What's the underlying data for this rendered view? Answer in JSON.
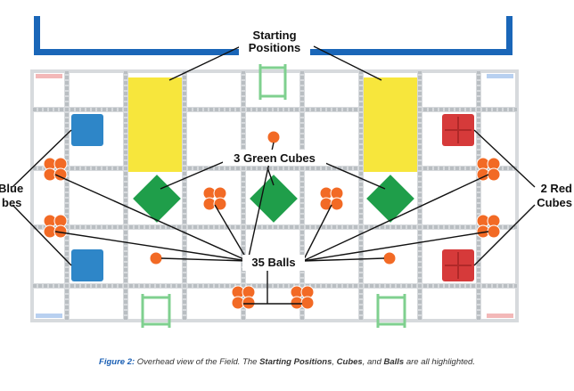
{
  "labels": {
    "starting_line1": "Starting",
    "starting_line2": "Positions",
    "green_cubes": "3 Green Cubes",
    "balls": "35 Balls",
    "blue_line1": "Blue",
    "blue_line2": "bes",
    "red_line1": "2 Red",
    "red_line2": "Cubes"
  },
  "counts": {
    "green_cubes": 3,
    "red_cubes": 2,
    "blue_cubes": 2,
    "balls": 35
  },
  "caption": {
    "lead": "Figure 2:",
    "text1": " Overhead view of the Field. The ",
    "b1": "Starting Positions",
    "text2": ", ",
    "b2": "Cubes",
    "text3": ", and ",
    "b3": "Balls",
    "text4": " are all highlighted."
  },
  "colors": {
    "wall_blue": "#1a66b8",
    "start_yellow": "#f7e63c",
    "green_cube": "#1f9e4a",
    "blue_cube": "#2e86c8",
    "red_cube": "#d63a3a",
    "ball": "#f26a25",
    "truss": "#cfd3d6",
    "goal_green": "#7fd08f"
  }
}
